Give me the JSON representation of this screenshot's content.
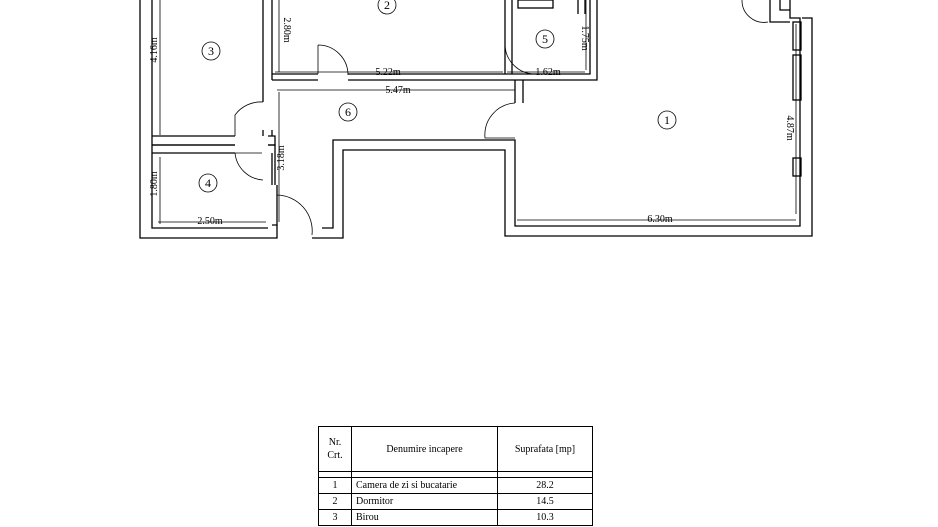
{
  "plan": {
    "dimensions": [
      "2.80m",
      "4.16m",
      "1.75m",
      "5.22m",
      "1.62m",
      "5.47m",
      "4.87m",
      "3.18m",
      "1.80m",
      "2.50m",
      "6.30m"
    ],
    "rooms": [
      "1",
      "2",
      "3",
      "4",
      "5",
      "6"
    ]
  },
  "table": {
    "header_nr_line1": "Nr.",
    "header_nr_line2": "Crt.",
    "header_name": "Denumire incapere",
    "header_area": "Suprafata [mp]",
    "rows": [
      {
        "nr": "1",
        "name": "Camera de zi si bucatarie",
        "area": "28.2"
      },
      {
        "nr": "2",
        "name": "Dormitor",
        "area": "14.5"
      },
      {
        "nr": "3",
        "name": "Birou",
        "area": "10.3"
      }
    ]
  }
}
